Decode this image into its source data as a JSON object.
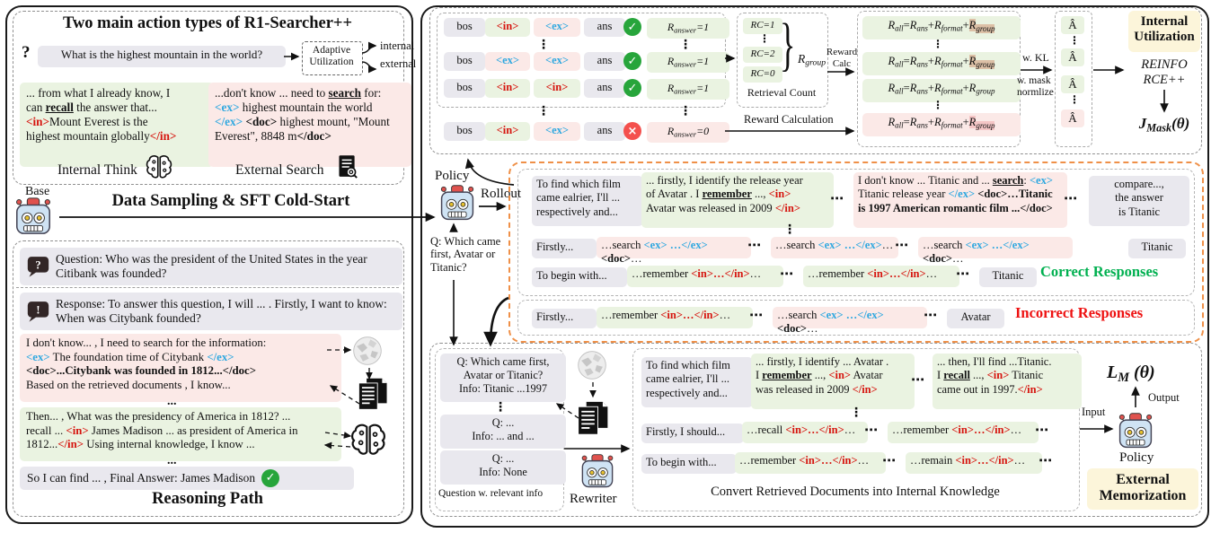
{
  "left": {
    "action": {
      "title": "Two main action types of R1-Searcher++",
      "qmark": "?",
      "question": "What is the highest mountain in the world?",
      "adaptive": "Adaptive\nUtilization",
      "route_internal": "internal",
      "route_external": "external",
      "internal_box": [
        {
          "t": "... from what I already know, I\ncan "
        },
        {
          "t": "recall",
          "c": "bu"
        },
        {
          "t": " the answer that...\n"
        },
        {
          "t": "<in>",
          "c": "in"
        },
        {
          "t": "Mount Everest is the\nhighest mountain globally"
        },
        {
          "t": "</in>",
          "c": "in"
        }
      ],
      "external_box": [
        {
          "t": "...don't know ... need to "
        },
        {
          "t": "search",
          "c": "bu"
        },
        {
          "t": " for:\n"
        },
        {
          "t": "<ex>",
          "c": "ex"
        },
        {
          "t": " highest mountain  the world\n"
        },
        {
          "t": "</ex>",
          "c": "ex"
        },
        {
          "t": " "
        },
        {
          "t": "<doc>",
          "c": "b"
        },
        {
          "t": " highest mount, \"Mount\nEverest\",   8848 m"
        },
        {
          "t": "</doc>",
          "c": "b"
        }
      ],
      "internal_label": "Internal Think",
      "external_label": "External Search"
    },
    "cold": {
      "base": "Base",
      "label": "Data Sampling & SFT Cold-Start"
    },
    "reasoning": {
      "question": "Question: Who was the president of the United States in the year Citibank was founded?",
      "response": "Response: To answer this question, I will ... . Firstly, I want to know: When was Citybank founded?",
      "search_box": [
        {
          "t": "I don't know... , I need to search for the information:\n"
        },
        {
          "t": "<ex>",
          "c": "ex"
        },
        {
          "t": " The foundation time of Citybank "
        },
        {
          "t": "</ex>",
          "c": "ex"
        },
        {
          "t": "\n"
        },
        {
          "t": "<doc>...Citybank was founded in 1812...</doc>",
          "c": "b"
        },
        {
          "t": "\nBased on the retrieved documents , I know..."
        }
      ],
      "dots": "...",
      "recall_box": [
        {
          "t": "Then... , What was the presidency of America in 1812? ...\nrecall ... "
        },
        {
          "t": "<in>",
          "c": "in"
        },
        {
          "t": " James Madison ... as president of America in\n1812..."
        },
        {
          "t": "</in>",
          "c": "in"
        },
        {
          "t": " Using internal knowledge, I know ..."
        }
      ],
      "final": "So I can find ... , Final Answer: James Madison",
      "check": "✓",
      "title": "Reasoning Path"
    }
  },
  "right": {
    "top": {
      "rows": [
        {
          "t1": "bos",
          "t2": "<in>",
          "t3": "<ex>",
          "t4": "ans",
          "r": [
            {
              "t": "R",
              "c": "v"
            },
            {
              "t": "answer",
              "c": "v sub"
            },
            {
              "t": "=1",
              "c": "v"
            }
          ]
        },
        {
          "t1": "bos",
          "t2": "<ex>",
          "t3": "<ex>",
          "t4": "ans",
          "r": [
            {
              "t": "R",
              "c": "v"
            },
            {
              "t": "answer",
              "c": "v sub"
            },
            {
              "t": "=1",
              "c": "v"
            }
          ]
        },
        {
          "t1": "bos",
          "t2": "<in>",
          "t3": "<in>",
          "t4": "ans",
          "r": [
            {
              "t": "R",
              "c": "v"
            },
            {
              "t": "answer",
              "c": "v sub"
            },
            {
              "t": "=1",
              "c": "v"
            }
          ]
        },
        {
          "t1": "bos",
          "t2": "<in>",
          "t3": "<ex>",
          "t4": "ans",
          "r": [
            {
              "t": "R",
              "c": "v"
            },
            {
              "t": "answer",
              "c": "v sub"
            },
            {
              "t": "=0",
              "c": "v"
            }
          ]
        }
      ],
      "ok": "✓",
      "bad": "×",
      "vdots": "⋮",
      "rc": {
        "i1": "RC=1",
        "i2": "RC=2",
        "i3": "RC=0",
        "brace": "}",
        "group": [
          {
            "t": "R",
            "c": "v"
          },
          {
            "t": "group",
            "c": "v sub"
          }
        ],
        "caption": "Retrieval Count"
      },
      "reward_calc": "Reward\nCalc",
      "reward_calculation": "Reward Calculation",
      "eq1": [
        {
          "t": "R",
          "c": "v"
        },
        {
          "t": "all",
          "c": "v sub"
        },
        {
          "t": "="
        },
        {
          "t": "R",
          "c": "v"
        },
        {
          "t": "ans",
          "c": "v sub"
        },
        {
          "t": "+"
        },
        {
          "t": "R",
          "c": "v"
        },
        {
          "t": "format",
          "c": "v sub"
        },
        {
          "t": "+"
        },
        {
          "t": "R",
          "c": "v hlt"
        },
        {
          "t": "group",
          "c": "v sub hlt"
        }
      ],
      "eq2": [
        {
          "t": "R",
          "c": "v"
        },
        {
          "t": "all",
          "c": "v sub"
        },
        {
          "t": "="
        },
        {
          "t": "R",
          "c": "v"
        },
        {
          "t": "ans",
          "c": "v sub"
        },
        {
          "t": "+"
        },
        {
          "t": "R",
          "c": "v"
        },
        {
          "t": "format",
          "c": "v sub"
        },
        {
          "t": "+"
        },
        {
          "t": "R",
          "c": "v hlt"
        },
        {
          "t": "group",
          "c": "v sub hlt"
        }
      ],
      "eq3": [
        {
          "t": "R",
          "c": "v"
        },
        {
          "t": "all",
          "c": "v sub"
        },
        {
          "t": "="
        },
        {
          "t": "R",
          "c": "v"
        },
        {
          "t": "ans",
          "c": "v sub"
        },
        {
          "t": "+"
        },
        {
          "t": "R",
          "c": "v"
        },
        {
          "t": "format",
          "c": "v sub"
        },
        {
          "t": "+"
        },
        {
          "t": "R",
          "c": "v"
        },
        {
          "t": "group",
          "c": "v sub"
        }
      ],
      "eq4": [
        {
          "t": "R",
          "c": "v"
        },
        {
          "t": "all",
          "c": "v sub"
        },
        {
          "t": "="
        },
        {
          "t": "R",
          "c": "v"
        },
        {
          "t": "ans",
          "c": "v sub"
        },
        {
          "t": "+"
        },
        {
          "t": "R",
          "c": "v"
        },
        {
          "t": "format",
          "c": "v sub"
        },
        {
          "t": "+"
        },
        {
          "t": "R",
          "c": "v hlp"
        },
        {
          "t": "group",
          "c": "v sub hlp"
        }
      ],
      "kl_top": "w. KL",
      "kl_bottom": "w. mask\nnormlize",
      "adv": "Â",
      "iu": "Internal\nUtilization",
      "reinforce": "REINFO\nRCE++",
      "objective": [
        {
          "t": "J",
          "c": "v"
        },
        {
          "t": "Mask",
          "c": "v sub"
        },
        {
          "t": "(θ)",
          "c": "v"
        }
      ]
    },
    "mid": {
      "policy": "Policy",
      "rollout": "Rollout",
      "q": "Q: Which came\nfirst, Avatar or\nTitanic?",
      "a_b1": "To find which film\ncame ealrier, I'll ...\nrespectively and...",
      "a_g": [
        {
          "t": "... firstly, I identify the release year\nof Avatar . I "
        },
        {
          "t": "remember",
          "c": "bu"
        },
        {
          "t": " ..., "
        },
        {
          "t": "<in>",
          "c": "in"
        },
        {
          "t": "\nAvatar was released in 2009 "
        },
        {
          "t": "</in>",
          "c": "in"
        }
      ],
      "a_p": [
        {
          "t": "I don't know ... Titanic and ... "
        },
        {
          "t": "search",
          "c": "bu"
        },
        {
          "t": ": "
        },
        {
          "t": "<ex>",
          "c": "ex"
        },
        {
          "t": "\nTitanic release year "
        },
        {
          "t": "</ex>",
          "c": "ex"
        },
        {
          "t": " "
        },
        {
          "t": "<doc>…Titanic",
          "c": "b"
        },
        {
          "t": "\n"
        },
        {
          "t": "is 1997 American romantic  film ...</doc>",
          "c": "b"
        }
      ],
      "a_b2": "compare...,\nthe answer\nis Titanic",
      "b_b1": "Firstly...",
      "b_p1": [
        {
          "t": "…search "
        },
        {
          "t": "<ex> …</ex>",
          "c": "ex"
        },
        {
          "t": "<doc>",
          "c": "b"
        },
        {
          "t": "…"
        }
      ],
      "b_p2": [
        {
          "t": "…search "
        },
        {
          "t": "<ex> …</ex>",
          "c": "ex"
        },
        {
          "t": "…"
        }
      ],
      "b_p3": [
        {
          "t": "…search "
        },
        {
          "t": "<ex> …</ex>",
          "c": "ex"
        },
        {
          "t": "<doc>",
          "c": "b"
        },
        {
          "t": "…"
        }
      ],
      "b_b2": "Titanic",
      "c_b1": "To begin with...",
      "c_g1": [
        {
          "t": "…remember "
        },
        {
          "t": "<in>…</in>",
          "c": "in"
        },
        {
          "t": "…"
        }
      ],
      "c_g2": [
        {
          "t": "…remember "
        },
        {
          "t": "<in>…</in>",
          "c": "in"
        },
        {
          "t": "…"
        }
      ],
      "c_b2": "Titanic",
      "correct": "Correct Responses",
      "i_b1": "Firstly...",
      "i_g": [
        {
          "t": "…remember "
        },
        {
          "t": "<in>…</in>",
          "c": "in"
        },
        {
          "t": "…"
        }
      ],
      "i_p": [
        {
          "t": "…search "
        },
        {
          "t": "<ex> …</ex>",
          "c": "ex"
        },
        {
          "t": "<doc>",
          "c": "b"
        },
        {
          "t": "…"
        }
      ],
      "i_b2": "Avatar",
      "incorrect": "Incorrect Responses",
      "hdots": "⋯",
      "vdots": "⋮"
    },
    "mem": {
      "q1": "Q: Which came first,\nAvatar or Titanic?\nInfo: Titanic ...1997",
      "vdots": "⋮",
      "hdots": "⋯",
      "q2": "Q: ...\nInfo: ... and ...",
      "q3": "Q: ...\nInfo: None",
      "qcaption": "Question w. relevant info",
      "rewriter": "Rewriter",
      "a_b1": "To find which  film\ncame ealrier, I'll ...\nrespectively and...",
      "a_g1": [
        {
          "t": "... firstly, I identify ... Avatar .\nI "
        },
        {
          "t": "remember",
          "c": "bu"
        },
        {
          "t": " ..., "
        },
        {
          "t": "<in>",
          "c": "in"
        },
        {
          "t": " Avatar\nwas released in 2009 "
        },
        {
          "t": "</in>",
          "c": "in"
        }
      ],
      "a_g2": [
        {
          "t": "... then, I'll find ...Titanic.\nI "
        },
        {
          "t": "recall",
          "c": "bu"
        },
        {
          "t": " ..., "
        },
        {
          "t": "<in>",
          "c": "in"
        },
        {
          "t": " Titanic\ncame out in 1997."
        },
        {
          "t": "</in>",
          "c": "in"
        }
      ],
      "b_b1": "Firstly, I should...",
      "b_g1": [
        {
          "t": "…recall "
        },
        {
          "t": "<in>…</in>",
          "c": "in"
        },
        {
          "t": "…"
        }
      ],
      "b_g2": [
        {
          "t": "…remember "
        },
        {
          "t": "<in>…</in>",
          "c": "in"
        },
        {
          "t": "…"
        }
      ],
      "c_b1": "To begin with...",
      "c_g1": [
        {
          "t": "…remember "
        },
        {
          "t": "<in>…</in>",
          "c": "in"
        },
        {
          "t": "…"
        }
      ],
      "c_g2": [
        {
          "t": "…remain "
        },
        {
          "t": "<in>…</in>",
          "c": "in"
        },
        {
          "t": "…"
        }
      ],
      "caption": "Convert Retrieved Documents into Internal Knowledge",
      "lm": [
        {
          "t": "L",
          "c": "v"
        },
        {
          "t": "M",
          "c": "v sub"
        },
        {
          "t": " (θ)",
          "c": "v"
        }
      ],
      "output": "Output",
      "input": "Input",
      "policy": "Policy",
      "external": "External\nMemorization"
    }
  }
}
